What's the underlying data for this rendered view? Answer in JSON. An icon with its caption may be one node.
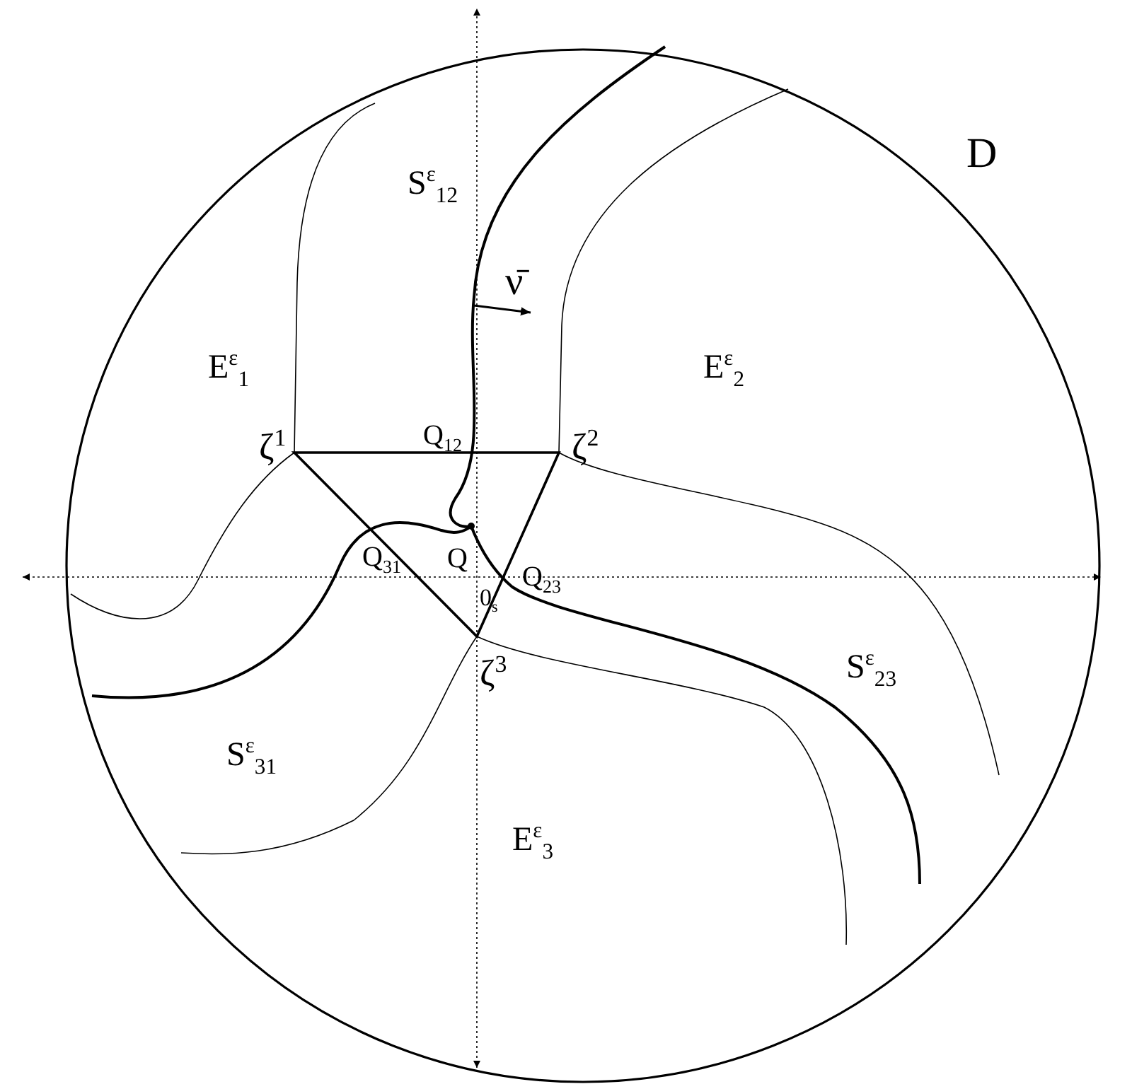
{
  "diagram": {
    "labels": [
      "D",
      "S$^{ε}$$_{12}$",
      "ν̄",
      "E$^{ε}$$_{1}$",
      "E$^{ε}$$_{2}$",
      "ζ$^{1}$",
      "Q$_{12}$",
      "ζ$^{2}$",
      "Q$_{31}$",
      "Q",
      "Q$_{23}$",
      "0$_{s}$",
      "ζ$^{3}$",
      "S$^{ε}$$_{23}$",
      "S$^{ε}$$_{31}$",
      "E$^{ε}$$_{3}$"
    ]
  }
}
